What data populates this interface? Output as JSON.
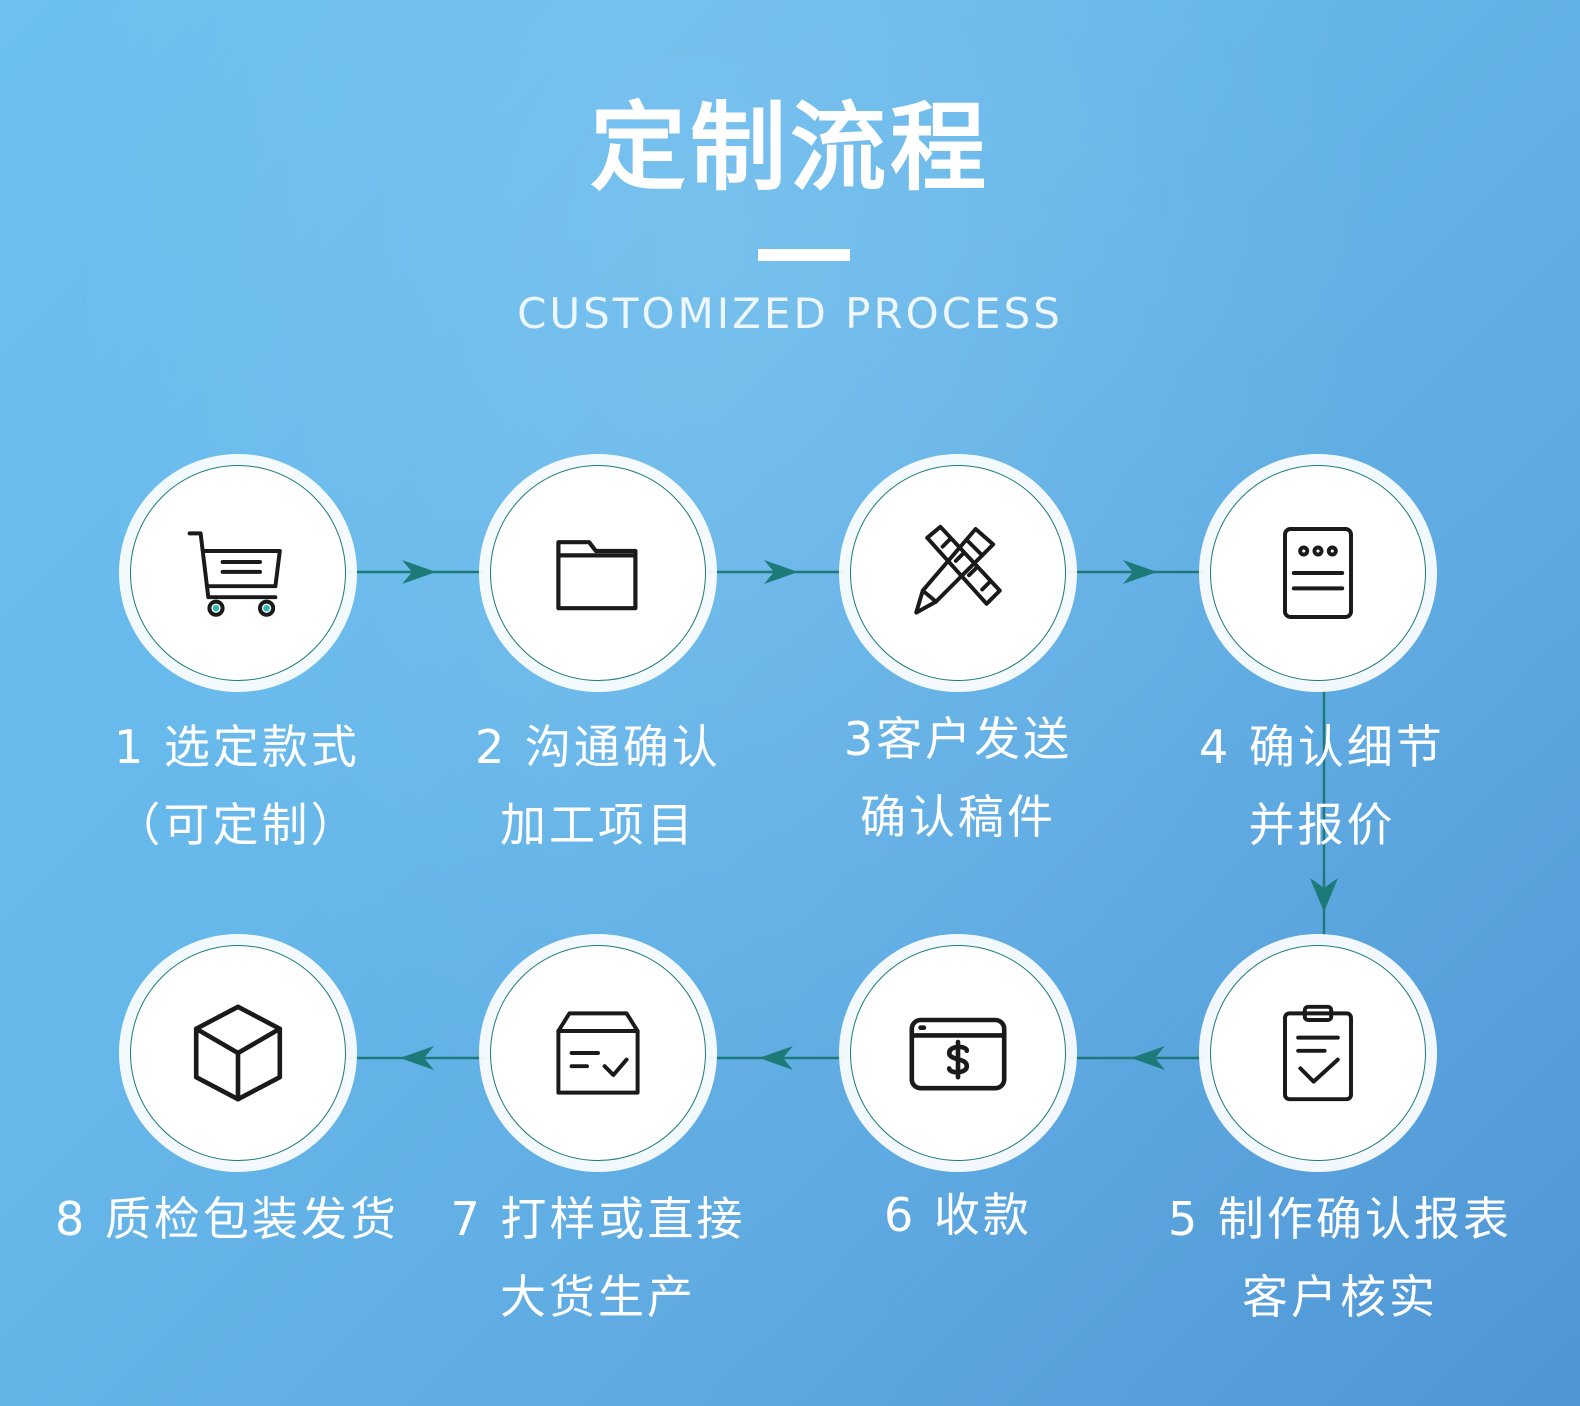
{
  "header": {
    "title": "定制流程",
    "subtitle": "CUSTOMIZED PROCESS"
  },
  "colors": {
    "background_top": "#6dc0f0",
    "background_bottom": "#4f95d4",
    "connector": "#1d7a78",
    "icon_stroke": "#1a1a1a",
    "icon_accent": "#2fb9b0"
  },
  "steps": [
    {
      "icon": "shopping-cart-icon",
      "line1": "1 选定款式",
      "line2": "（可定制）"
    },
    {
      "icon": "folder-icon",
      "line1": "2 沟通确认",
      "line2": "加工项目"
    },
    {
      "icon": "pencil-ruler-icon",
      "line1": "3客户发送",
      "line2": "确认稿件"
    },
    {
      "icon": "document-icon",
      "line1": "4 确认细节",
      "line2": "并报价"
    },
    {
      "icon": "clipboard-check-icon",
      "line1": "5 制作确认报表",
      "line2": "客户核实"
    },
    {
      "icon": "payment-card-icon",
      "line1": "6 收款",
      "line2": ""
    },
    {
      "icon": "box-check-icon",
      "line1": "7 打样或直接",
      "line2": "大货生产"
    },
    {
      "icon": "package-cube-icon",
      "line1": "8 质检包装发货",
      "line2": ""
    }
  ]
}
